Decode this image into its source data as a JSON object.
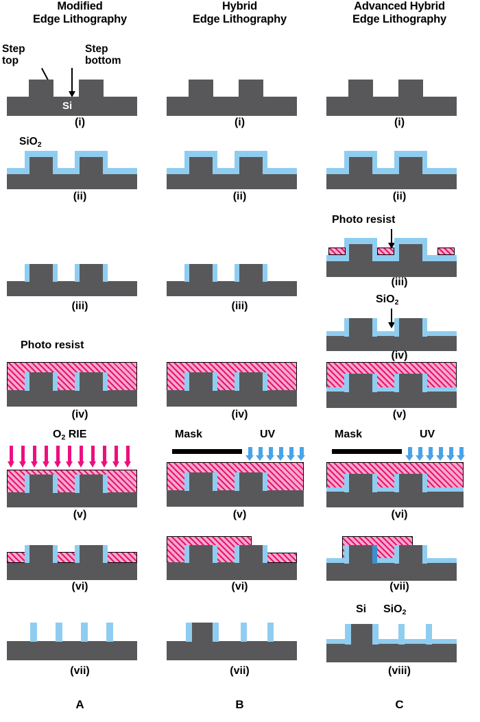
{
  "figure": {
    "caption_letters": [
      "A",
      "B",
      "C"
    ],
    "colors": {
      "silicon": "#58585a",
      "silicon_oxide": "#8fcdf0",
      "silicon_oxide_dark": "#3b8fd0",
      "photoresist_fill": "#f6a8cd",
      "photoresist_hatch": "#e8136f",
      "o2_rie_arrow": "#ec0f7f",
      "uv_arrow": "#4aa3e8",
      "mask_bar": "#000000",
      "background": "#ffffff"
    }
  },
  "columns": [
    {
      "id": "A",
      "title_line1": "Modified",
      "title_line2": "Edge Lithography",
      "letter": "A",
      "steps": [
        {
          "label": "(i)",
          "annotations": [
            "Step top",
            "Step bottom",
            "Si"
          ],
          "description": "Patterned silicon substrate with two steps"
        },
        {
          "label": "(ii)",
          "annotations": [
            "SiO2"
          ],
          "description": "Conformal silicon dioxide deposition"
        },
        {
          "label": "(iii)",
          "annotations": [],
          "description": "Anisotropic oxide etch leaving sidewall spacers"
        },
        {
          "label": "(iv)",
          "annotations": [
            "Photo resist"
          ],
          "description": "Photoresist spin coated over entire surface"
        },
        {
          "label": "(v)",
          "annotations": [
            "O2 RIE"
          ],
          "description": "Oxygen reactive ion etching of photoresist"
        },
        {
          "label": "(vi)",
          "annotations": [],
          "description": "Recessed photoresist remaining in step bottoms"
        },
        {
          "label": "(vii)",
          "annotations": [],
          "description": "Silicon etched away leaving four oxide nanowires"
        }
      ]
    },
    {
      "id": "B",
      "title_line1": "Hybrid",
      "title_line2": "Edge Lithography",
      "letter": "B",
      "steps": [
        {
          "label": "(i)",
          "annotations": [],
          "description": "Patterned silicon substrate with two steps"
        },
        {
          "label": "(ii)",
          "annotations": [],
          "description": "Conformal silicon dioxide deposition"
        },
        {
          "label": "(iii)",
          "annotations": [],
          "description": "Anisotropic oxide etch leaving sidewall spacers"
        },
        {
          "label": "(iv)",
          "annotations": [],
          "description": "Photoresist spin coated over entire surface"
        },
        {
          "label": "(v)",
          "annotations": [
            "Mask",
            "UV"
          ],
          "description": "UV exposure through a mask covering the left half"
        },
        {
          "label": "(vi)",
          "annotations": [],
          "description": "Development removes exposed photoresist on right"
        },
        {
          "label": "(vii)",
          "annotations": [],
          "description": "Silicon etch leaves one step plus free oxide nanowires"
        }
      ]
    },
    {
      "id": "C",
      "title_line1": "Advanced Hybrid",
      "title_line2": "Edge Lithography",
      "letter": "C",
      "steps": [
        {
          "label": "(i)",
          "annotations": [],
          "description": "Patterned silicon substrate with two steps"
        },
        {
          "label": "(ii)",
          "annotations": [],
          "description": "Conformal silicon dioxide deposition"
        },
        {
          "label": "(iii)",
          "annotations": [
            "Photo resist"
          ],
          "description": "Thin photoresist strips placed in step bottoms"
        },
        {
          "label": "(iv)",
          "annotations": [
            "SiO2"
          ],
          "description": "Oxide etched except where protected, spacers formed"
        },
        {
          "label": "(v)",
          "annotations": [],
          "description": "Photoresist spin coated over entire surface"
        },
        {
          "label": "(vi)",
          "annotations": [
            "Mask",
            "UV"
          ],
          "description": "UV exposure through a mask covering the left half"
        },
        {
          "label": "(vii)",
          "annotations": [],
          "description": "Development removes exposed photoresist on right"
        },
        {
          "label": "(viii)",
          "annotations": [
            "Si",
            "SiO2"
          ],
          "description": "Final structure: Si step with oxide spacers and layer"
        }
      ]
    }
  ],
  "labels": {
    "step_top": "Step",
    "step_top_2": "top",
    "step_bottom": "Step",
    "step_bottom_2": "bottom",
    "si": "Si",
    "sio2_main": "SiO",
    "sio2_sub": "2",
    "photo_resist": "Photo resist",
    "o2_rie_main": "O",
    "o2_rie_sub": "2",
    "o2_rie_tail": " RIE",
    "mask": "Mask",
    "uv": "UV"
  }
}
